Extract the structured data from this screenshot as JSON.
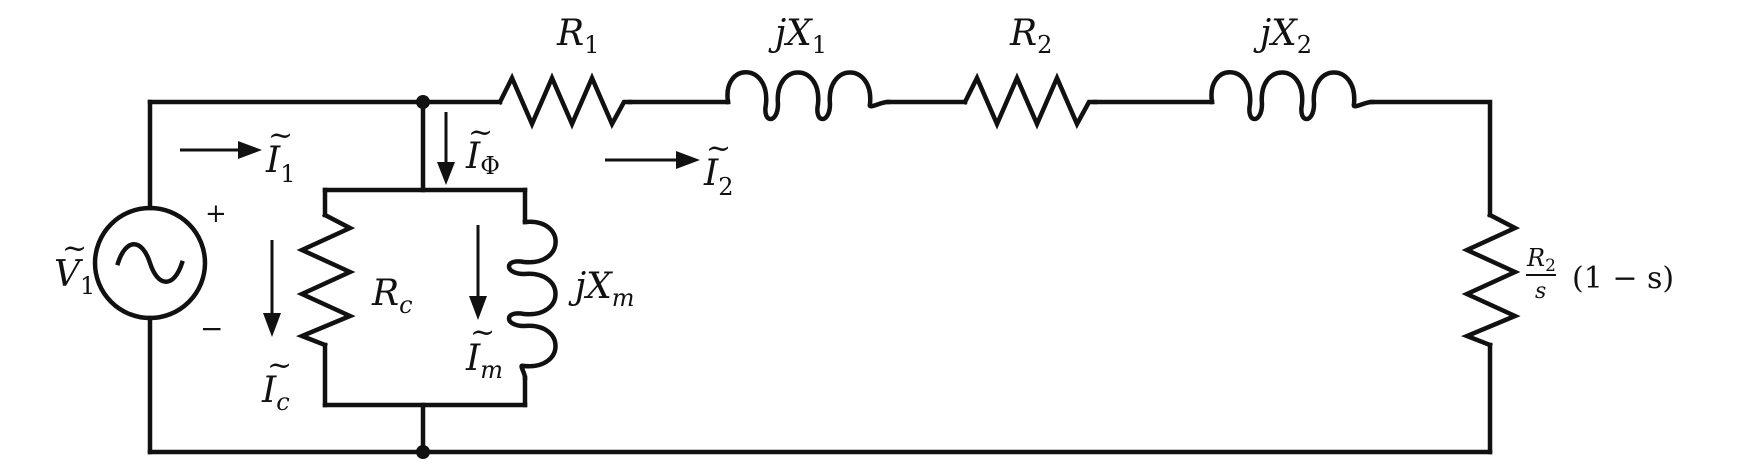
{
  "diagram": {
    "labels": {
      "r1": {
        "main": "R",
        "sub": "1"
      },
      "jx1": {
        "pre": "jX",
        "sub": "1"
      },
      "r2": {
        "main": "R",
        "sub": "2"
      },
      "jx2": {
        "pre": "jX",
        "sub": "2"
      },
      "rc": {
        "main": "R",
        "sub": "c"
      },
      "jxm": {
        "pre": "jX",
        "sub": "m"
      },
      "v1": {
        "main": "V",
        "sub": "1",
        "accent": "~"
      },
      "i1": {
        "main": "I",
        "sub": "1",
        "accent": "~"
      },
      "i2": {
        "main": "I",
        "sub": "2",
        "accent": "~"
      },
      "iphi": {
        "main": "I",
        "sub": "Φ",
        "accent": "~"
      },
      "ic": {
        "main": "I",
        "sub": "c",
        "accent": "~"
      },
      "im": {
        "main": "I",
        "sub": "m",
        "accent": "~"
      },
      "load": {
        "num": "R",
        "num_sub": "2",
        "den": "s",
        "tail": "(1 − s)"
      },
      "plus": "+",
      "minus": "−"
    }
  }
}
